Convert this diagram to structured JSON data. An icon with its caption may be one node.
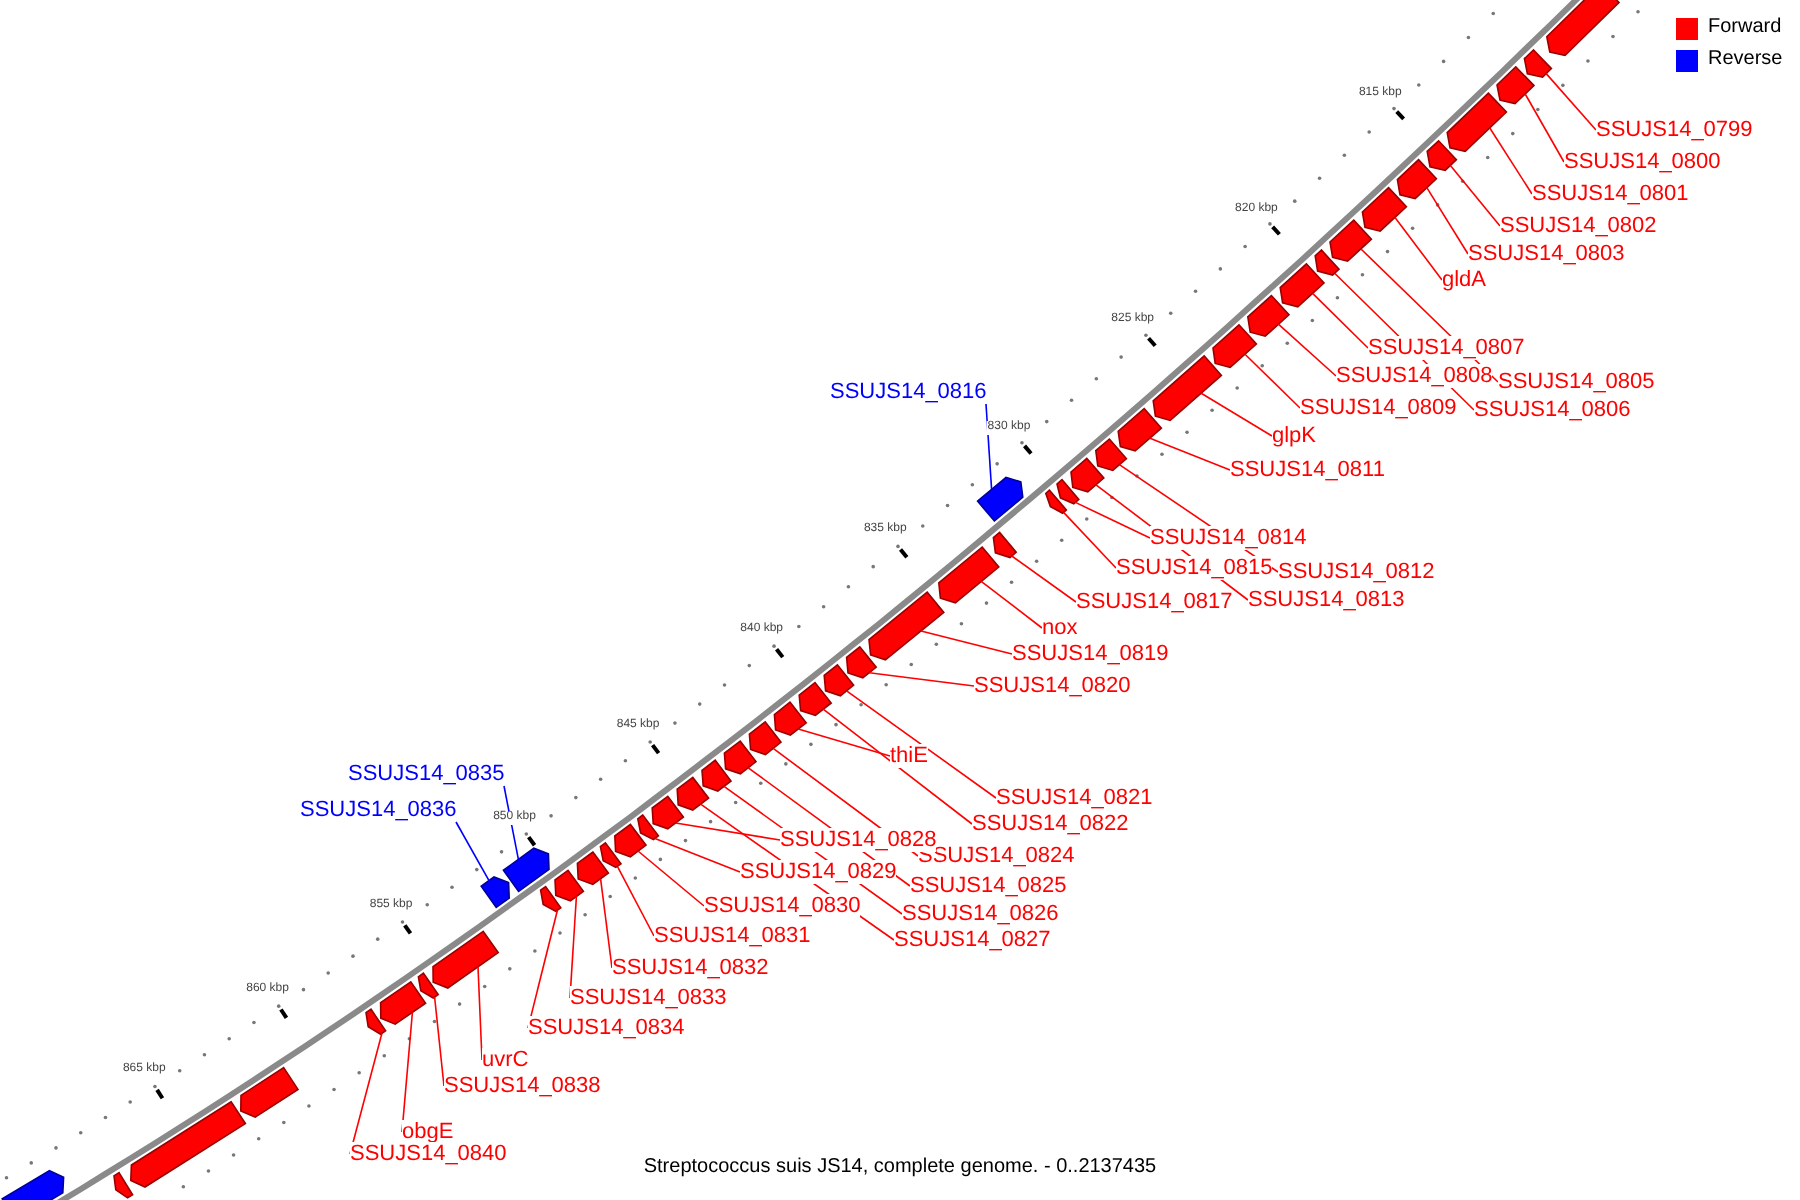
{
  "diagram": {
    "caption": "Streptococcus suis JS14, complete genome. - 0..2137435",
    "nodes": [
      {
        "text": [
          "SSUJS14_0799"
        ]
      },
      {
        "text": [],
        "shape": "arrow"
      },
      {
        "text": [
          "SSUJS14_0800"
        ]
      },
      {
        "text": [],
        "shape": "arrow"
      },
      {
        "text": [
          "SSUJS14_0801"
        ]
      },
      {
        "text": [],
        "shape": "arrow"
      },
      {
        "text": [
          "SSUJS14_0802"
        ]
      },
      {
        "text": [],
        "shape": "arrow"
      },
      {
        "text": [
          "SSUJS14_0803"
        ]
      },
      {
        "text": [],
        "shape": "arrow"
      },
      {
        "text": [
          "gldA"
        ]
      },
      {
        "text": [],
        "shape": "arrow"
      },
      {
        "text": [
          "SSUJS14_0805"
        ]
      },
      {
        "text": [],
        "shape": "arrow"
      },
      {
        "text": [
          "SSUJS14_0806"
        ]
      },
      {
        "text": [],
        "shape": "arrow"
      },
      {
        "text": [
          "SSUJS14_0807"
        ]
      },
      {
        "text": [],
        "shape": "arrow"
      },
      {
        "text": [
          "SSUJS14_0808"
        ]
      },
      {
        "text": [],
        "shape": "arrow"
      },
      {
        "text": [
          "SSUJS14_0809"
        ]
      },
      {
        "text": [],
        "shape": "arrow"
      },
      {
        "text": [
          "glpK"
        ]
      },
      {
        "text": [],
        "shape": "arrow"
      },
      {
        "text": [
          "SSUJS14_0811"
        ]
      },
      {
        "text": [],
        "shape": "arrow"
      },
      {
        "text": [
          "SSUJS14_0812"
        ]
      },
      {
        "text": [],
        "shape": "arrow"
      },
      {
        "text": [
          "SSUJS14_0813"
        ]
      },
      {
        "text": [],
        "shape": "arrow"
      },
      {
        "text": [
          "SSUJS14_0814"
        ]
      },
      {
        "text": [],
        "shape": "arrow"
      },
      {
        "text": [
          "SSUJS14_0815"
        ]
      },
      {
        "text": [],
        "shape": "arrow"
      },
      {
        "text": [
          "SSUJS14_0816"
        ]
      },
      {
        "text": [],
        "shape": "arrow"
      },
      {
        "text": [
          "SSUJS14_0817"
        ]
      },
      {
        "text": [],
        "shape": "arrow"
      },
      {
        "text": [
          "nox"
        ]
      },
      {
        "text": [],
        "shape": "arrow"
      },
      {
        "text": [
          "SSUJS14_0819"
        ]
      },
      {
        "text": [],
        "shape": "arrow"
      },
      {
        "text": [
          "SSUJS14_0820"
        ]
      },
      {
        "text": [],
        "shape": "arrow"
      },
      {
        "text": [
          "SSUJS14_0821"
        ]
      },
      {
        "text": [],
        "shape": "arrow"
      },
      {
        "text": [
          "SSUJS14_0822"
        ]
      },
      {
        "text": [],
        "shape": "arrow"
      },
      {
        "text": [
          "thiE"
        ]
      },
      {
        "text": [],
        "shape": "arrow"
      },
      {
        "text": [
          "SSUJS14_0824"
        ]
      },
      {
        "text": [],
        "shape": "arrow"
      },
      {
        "text": [
          "SSUJS14_0825"
        ]
      },
      {
        "text": [],
        "shape": "arrow"
      },
      {
        "text": [
          "SSUJS14_0826"
        ]
      },
      {
        "text": [],
        "shape": "arrow"
      },
      {
        "text": [
          "SSUJS14_0827"
        ]
      },
      {
        "text": [],
        "shape": "arrow"
      },
      {
        "text": [
          "SSUJS14_0828"
        ]
      },
      {
        "text": [],
        "shape": "arrow"
      },
      {
        "text": [
          "SSUJS14_0829"
        ]
      },
      {
        "text": [],
        "shape": "arrow"
      },
      {
        "text": [
          "SSUJS14_0830"
        ]
      },
      {
        "text": [],
        "shape": "arrow"
      },
      {
        "text": [
          "SSUJS14_0831"
        ]
      },
      {
        "text": [],
        "shape": "arrow"
      },
      {
        "text": [
          "SSUJS14_0832"
        ]
      },
      {
        "text": [],
        "shape": "arrow"
      },
      {
        "text": [
          "SSUJS14_0833"
        ]
      },
      {
        "text": [],
        "shape": "arrow"
      },
      {
        "text": [
          "SSUJS14_0834"
        ]
      },
      {
        "text": [],
        "shape": "arrow"
      },
      {
        "text": [
          "SSUJS14_0835"
        ]
      },
      {
        "text": [],
        "shape": "arrow"
      },
      {
        "text": [
          "SSUJS14_0836"
        ]
      },
      {
        "text": [],
        "shape": "arrow"
      },
      {
        "text": [
          "uvrC"
        ]
      },
      {
        "text": [],
        "shape": "arrow"
      },
      {
        "text": [
          "SSUJS14_0838"
        ]
      },
      {
        "text": [],
        "shape": "arrow"
      },
      {
        "text": [
          "obgE"
        ]
      },
      {
        "text": [],
        "shape": "arrow"
      },
      {
        "text": [
          "SSUJS14_0840"
        ]
      },
      {
        "text": [],
        "shape": "arrow"
      },
      {
        "text": [],
        "shape": "arrow"
      },
      {
        "text": [],
        "shape": "arrow"
      },
      {
        "text": [],
        "shape": "arrow"
      },
      {
        "text": [],
        "shape": "arrow"
      },
      {
        "text": [],
        "shape": "arrow"
      }
    ],
    "edges": [
      {
        "from": 0,
        "to": 1,
        "arrow": "none"
      },
      {
        "from": 2,
        "to": 3,
        "arrow": "none"
      },
      {
        "from": 4,
        "to": 5,
        "arrow": "none"
      },
      {
        "from": 6,
        "to": 7,
        "arrow": "none"
      },
      {
        "from": 8,
        "to": 9,
        "arrow": "none"
      },
      {
        "from": 10,
        "to": 11,
        "arrow": "none"
      },
      {
        "from": 12,
        "to": 13,
        "arrow": "none"
      },
      {
        "from": 14,
        "to": 15,
        "arrow": "none"
      },
      {
        "from": 16,
        "to": 17,
        "arrow": "none"
      },
      {
        "from": 18,
        "to": 19,
        "arrow": "none"
      },
      {
        "from": 20,
        "to": 21,
        "arrow": "none"
      },
      {
        "from": 22,
        "to": 23,
        "arrow": "none"
      },
      {
        "from": 24,
        "to": 25,
        "arrow": "none"
      },
      {
        "from": 26,
        "to": 27,
        "arrow": "none"
      },
      {
        "from": 28,
        "to": 29,
        "arrow": "none"
      },
      {
        "from": 30,
        "to": 31,
        "arrow": "none"
      },
      {
        "from": 32,
        "to": 33,
        "arrow": "none"
      },
      {
        "from": 34,
        "to": 35,
        "arrow": "none",
        "color": "#0000ff"
      },
      {
        "from": 36,
        "to": 37,
        "arrow": "none"
      },
      {
        "from": 38,
        "to": 39,
        "arrow": "none"
      },
      {
        "from": 40,
        "to": 41,
        "arrow": "none"
      },
      {
        "from": 42,
        "to": 43,
        "arrow": "none"
      },
      {
        "from": 44,
        "to": 45,
        "arrow": "none"
      },
      {
        "from": 46,
        "to": 47,
        "arrow": "none"
      },
      {
        "from": 48,
        "to": 49,
        "arrow": "none"
      },
      {
        "from": 50,
        "to": 51,
        "arrow": "none"
      },
      {
        "from": 52,
        "to": 53,
        "arrow": "none"
      },
      {
        "from": 54,
        "to": 55,
        "arrow": "none"
      },
      {
        "from": 56,
        "to": 57,
        "arrow": "none"
      },
      {
        "from": 58,
        "to": 59,
        "arrow": "none"
      },
      {
        "from": 60,
        "to": 61,
        "arrow": "none"
      },
      {
        "from": 62,
        "to": 63,
        "arrow": "none"
      },
      {
        "from": 64,
        "to": 65,
        "arrow": "none"
      },
      {
        "from": 66,
        "to": 67,
        "arrow": "none"
      },
      {
        "from": 68,
        "to": 69,
        "arrow": "none"
      },
      {
        "from": 70,
        "to": 71,
        "arrow": "none"
      },
      {
        "from": 72,
        "to": 73,
        "arrow": "none",
        "color": "#0000ff"
      },
      {
        "from": 74,
        "to": 75,
        "arrow": "none",
        "color": "#0000ff"
      },
      {
        "from": 76,
        "to": 77,
        "arrow": "none"
      },
      {
        "from": 78,
        "to": 79,
        "arrow": "none"
      },
      {
        "from": 80,
        "to": 81,
        "arrow": "none"
      },
      {
        "from": 82,
        "to": 83,
        "arrow": "none"
      }
    ],
    "labels": [
      "815 kbp",
      "820 kbp",
      "825 kbp",
      "830 kbp",
      "835 kbp",
      "840 kbp",
      "845 kbp",
      "850 kbp",
      "855 kbp",
      "860 kbp",
      "865 kbp"
    ],
    "legend": [
      {
        "text": "Forward",
        "color": "#ff0000"
      },
      {
        "text": "Reverse",
        "color": "#0000ff"
      }
    ]
  }
}
